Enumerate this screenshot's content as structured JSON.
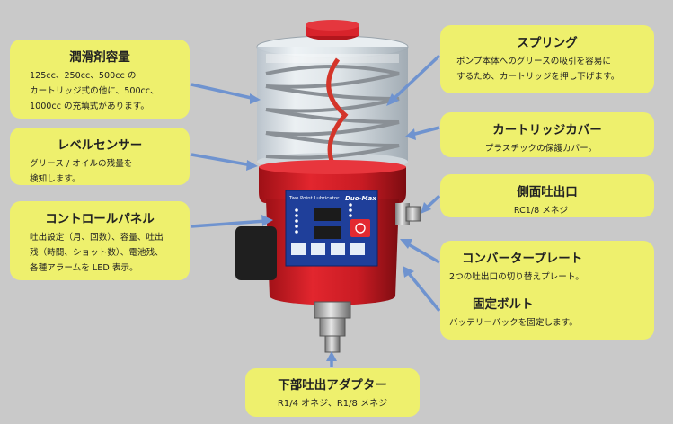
{
  "callouts": {
    "capacity": {
      "title": "潤滑剤容量",
      "lines": [
        "125cc、250cc、500cc の",
        "カートリッジ式の他に、500cc、",
        "1000cc の充填式があります。"
      ]
    },
    "level_sensor": {
      "title": "レベルセンサー",
      "lines": [
        "グリース / オイルの残量を",
        "検知します。"
      ]
    },
    "control_panel": {
      "title": "コントロールパネル",
      "lines": [
        "吐出設定（月、回数）、容量、吐出",
        "残（時間、ショット数）、電池残、",
        "各種アラームを LED 表示。"
      ]
    },
    "spring": {
      "title": "スプリング",
      "lines": [
        "ポンプ本体へのグリースの吸引を容易に",
        "するため、カートリッジを押し下げます。"
      ]
    },
    "cartridge_cover": {
      "title": "カートリッジカバー",
      "lines": [
        "プラスチックの保護カバー。"
      ]
    },
    "side_outlet": {
      "title": "側面吐出口",
      "lines": [
        "RC1/8 メネジ"
      ]
    },
    "converter_plate": {
      "title": "コンバータープレート",
      "lines": [
        "2つの吐出口の切り替えプレート。"
      ]
    },
    "fixing_bolt": {
      "title": "固定ボルト",
      "lines": [
        "バッテリーパックを固定します。"
      ]
    },
    "lower_outlet": {
      "title": "下部吐出アダプター",
      "lines": [
        "R1/4 オネジ、R1/8 メネジ"
      ]
    }
  },
  "device": {
    "panel_header": "Two Point Lubricator",
    "panel_brand": "Duo-Max"
  },
  "colors": {
    "background": "#c9c9c9",
    "callout_fill": "#eef06d",
    "arrow": "#6f93cf",
    "pump_red": "#d4202a",
    "panel_blue": "#1f3f9a"
  }
}
